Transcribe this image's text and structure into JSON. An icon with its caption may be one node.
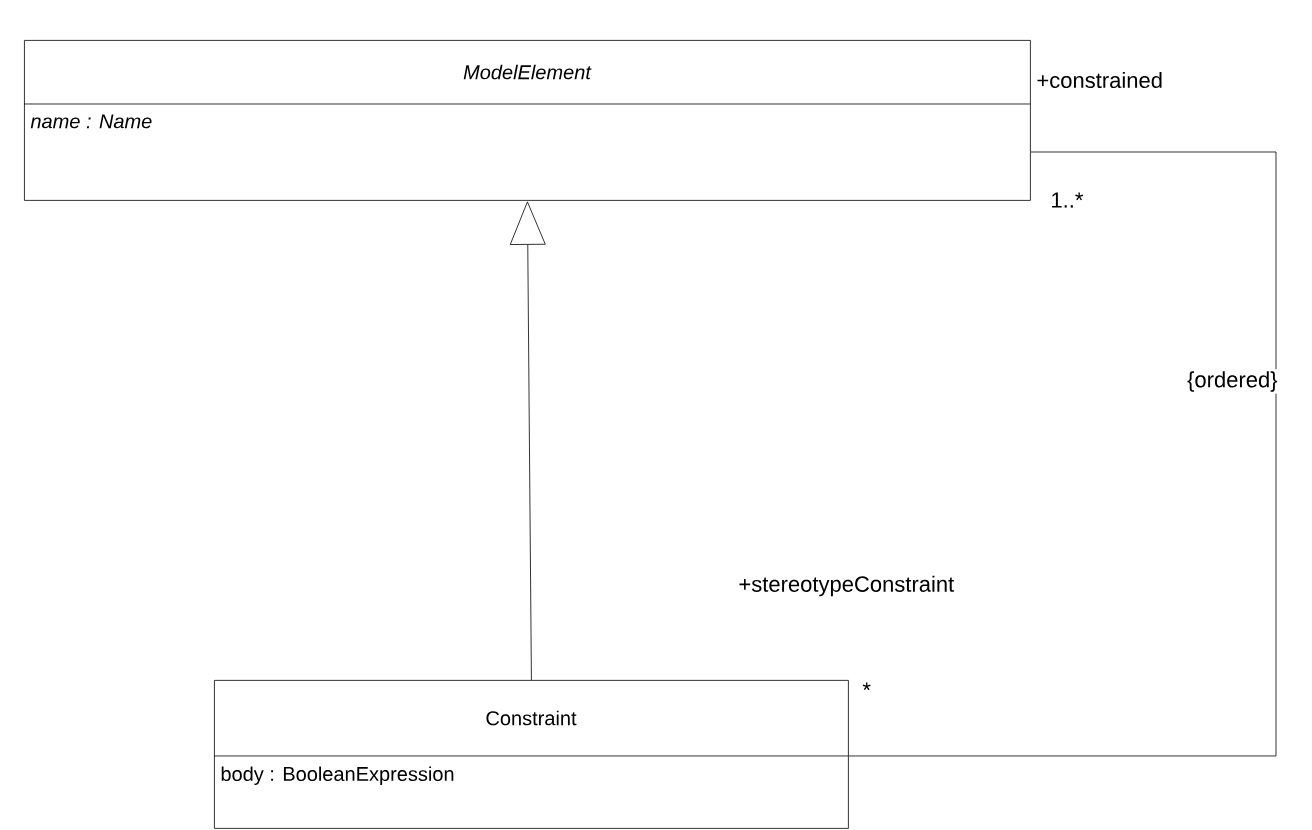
{
  "diagram": {
    "nodes": [
      {
        "text": [
          "ModelElement",
          "name : Name"
        ]
      },
      {
        "text": [
          "Constraint",
          "body : BooleanExpression"
        ]
      }
    ],
    "edges": [
      {
        "from": 1,
        "to": 0,
        "arrow": "to"
      },
      {
        "from": 0,
        "to": 1,
        "arrow": "none",
        "label": "{ordered}"
      }
    ],
    "labels": [
      "+constrained",
      "1..*",
      "+stereotypeConstraint",
      "*"
    ]
  }
}
